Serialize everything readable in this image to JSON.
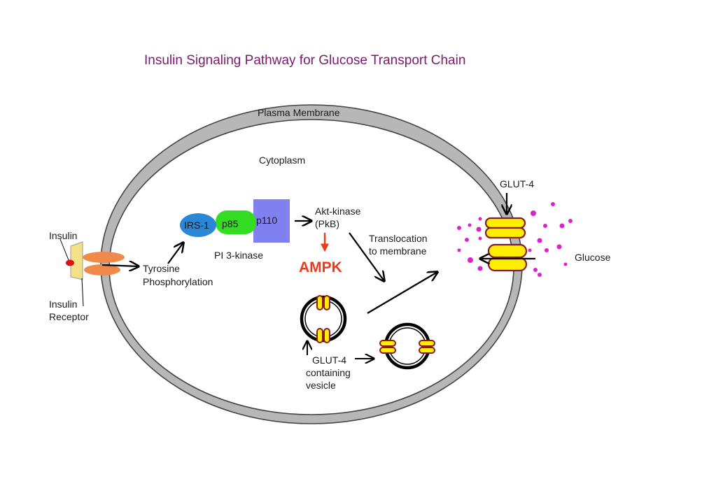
{
  "title": "Insulin Signaling Pathway for Glucose Transport Chain",
  "labels": {
    "plasma_membrane": "Plasma Membrane",
    "cytoplasm": "Cytoplasm",
    "insulin": "Insulin",
    "insulin_receptor_line1": "Insulin",
    "insulin_receptor_line2": "Receptor",
    "tyrosine_line1": "Tyrosine",
    "tyrosine_line2": "Phosphorylation",
    "irs1": "IRS-1",
    "p85": "p85",
    "p110": "p110",
    "pi3_kinase": "PI 3-kinase",
    "akt_line1": "Akt-kinase",
    "akt_line2": "(PkB)",
    "ampk": "AMPK",
    "translocation_line1": "Translocation",
    "translocation_line2": "to membrane",
    "glut4_top": "GLUT-4",
    "glucose": "Glucose",
    "vesicle_line1": "GLUT-4",
    "vesicle_line2": "containing",
    "vesicle_line3": "vesicle"
  },
  "colors": {
    "title": "#7a1a6e",
    "membrane": "#b7b7b7",
    "irs1": "#2a86d6",
    "p85": "#33dd22",
    "p110": "#8080f0",
    "ampk": "#ee3a1a",
    "receptor_orange": "#f08a4b",
    "receptor_yellow": "#f5e08a",
    "insulin_red": "#dd1111",
    "glut_yellow": "#ffee00",
    "glut_outline": "#8b1a1a",
    "glucose_dot": "#dd22cc"
  }
}
